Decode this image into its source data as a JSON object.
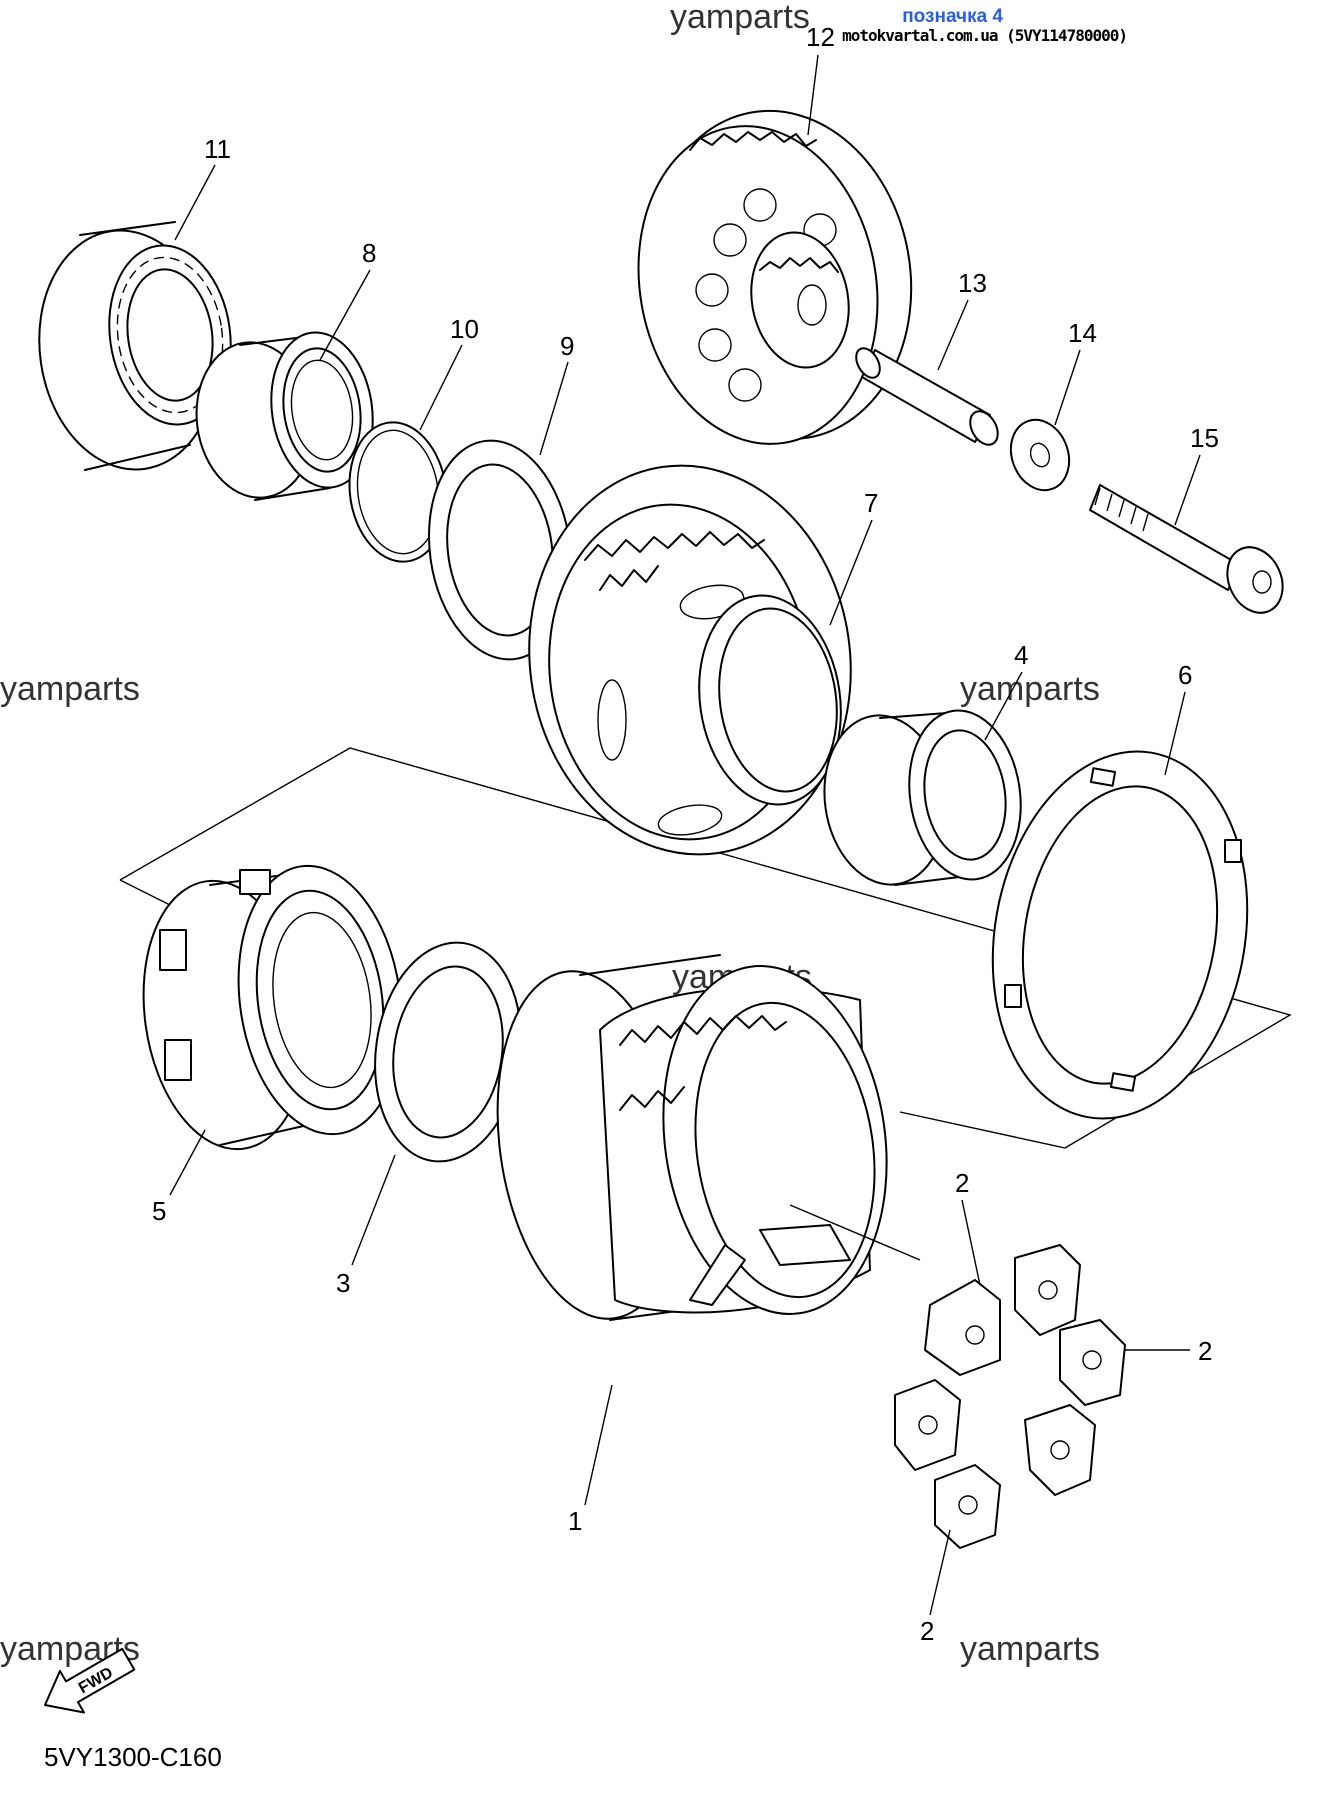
{
  "header": {
    "title": "позначка 4",
    "subtitle": "motokvartal.com.ua (5VY114780000)"
  },
  "diagram_code": "5VY1300-C160",
  "watermark": "yamparts",
  "fwd_label": "FWD",
  "callouts": {
    "c1": "1",
    "c2a": "2",
    "c2b": "2",
    "c2c": "2",
    "c3": "3",
    "c4": "4",
    "c5": "5",
    "c6": "6",
    "c7": "7",
    "c8": "8",
    "c9": "9",
    "c10": "10",
    "c11": "11",
    "c12": "12",
    "c13": "13",
    "c14": "14",
    "c15": "15"
  }
}
